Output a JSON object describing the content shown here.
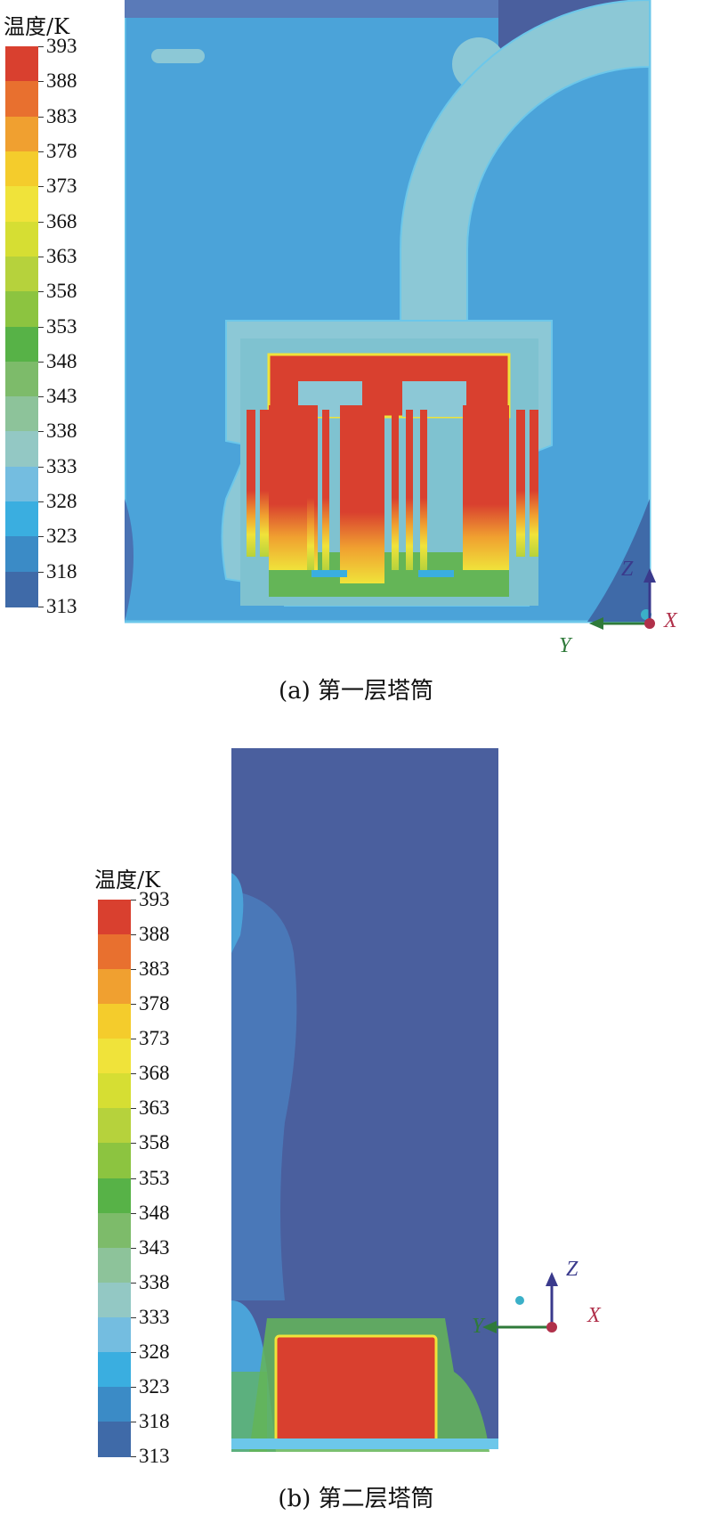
{
  "legend": {
    "title": "温度/K",
    "ticks": [
      "393",
      "388",
      "383",
      "378",
      "373",
      "368",
      "363",
      "358",
      "353",
      "348",
      "343",
      "338",
      "333",
      "328",
      "323",
      "318",
      "313"
    ],
    "colors": [
      "#d9402f",
      "#e8702f",
      "#f0a030",
      "#f4cc2c",
      "#f0e33a",
      "#d6de33",
      "#b6d23c",
      "#8cc440",
      "#57b247",
      "#7dbb6a",
      "#8dc39a",
      "#93c8c4",
      "#74bde0",
      "#3aaee0",
      "#3b8bc6",
      "#3f6aa8",
      "#4c57a0"
    ]
  },
  "panel_a": {
    "caption": "(a) 第一层塔筒"
  },
  "panel_b": {
    "caption": "(b) 第二层塔筒"
  },
  "axes": {
    "z": "Z",
    "y": "Y",
    "x": "X"
  },
  "palette": {
    "hot": "#d9402f",
    "warm_field": "#4ba3d9",
    "cool_field": "#4a5f9e",
    "arc_field": "#8cc8d6",
    "green_field": "#64b557"
  }
}
